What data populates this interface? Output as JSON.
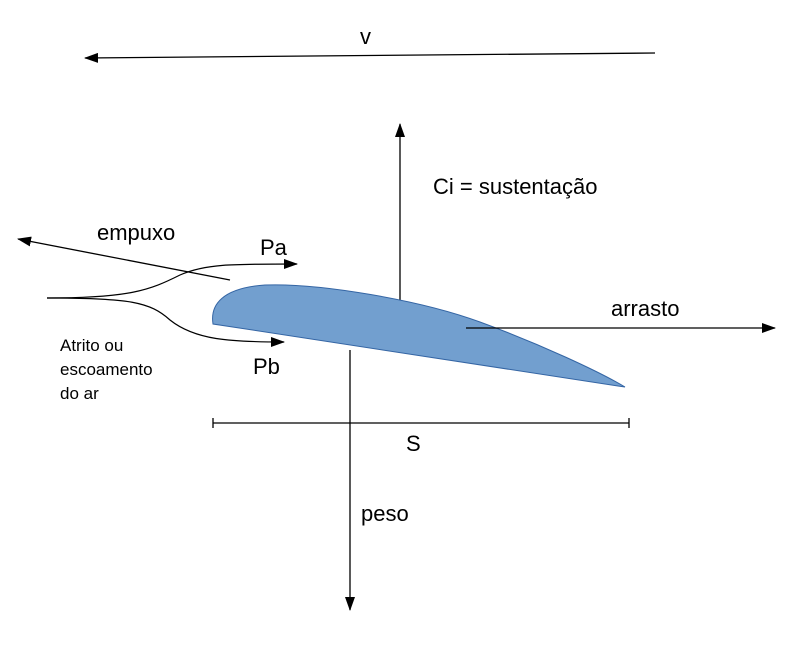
{
  "labels": {
    "velocity": "v",
    "lift": "Ci = sustentação",
    "thrust": "empuxo",
    "pressure_top": "Pa",
    "pressure_bottom": "Pb",
    "friction_line1": "Atrito ou",
    "friction_line2": "escoamento",
    "friction_line3": "do ar",
    "drag": "arrasto",
    "span": "S",
    "weight": "peso"
  },
  "colors": {
    "airfoil_fill": "#729fcf",
    "airfoil_stroke": "#3465a4",
    "line": "#000000"
  }
}
